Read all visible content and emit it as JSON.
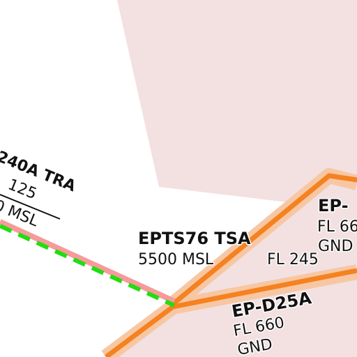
{
  "map": {
    "colors": {
      "background": "#ffffff",
      "zone_fill": "#f3e0e1",
      "zone_outline": "#f79a9a",
      "restricted_border": "#f58220",
      "restricted_band": "#f7c7a4",
      "dashed_boundary": "#22dd11"
    },
    "labels": {
      "tra_title": "240A TRA",
      "tra_upper": "125",
      "tra_lower": "0 MSL",
      "tsa_title": "EPTS76 TSA",
      "tsa_lower": "5500 MSL",
      "tsa_upper": "FL 245",
      "d25a_title": "EP-D25A",
      "d25a_upper": "FL 660",
      "d25a_lower": "GND",
      "edge_title": "EP-",
      "edge_upper": "FL 66",
      "edge_lower": "GND"
    }
  }
}
